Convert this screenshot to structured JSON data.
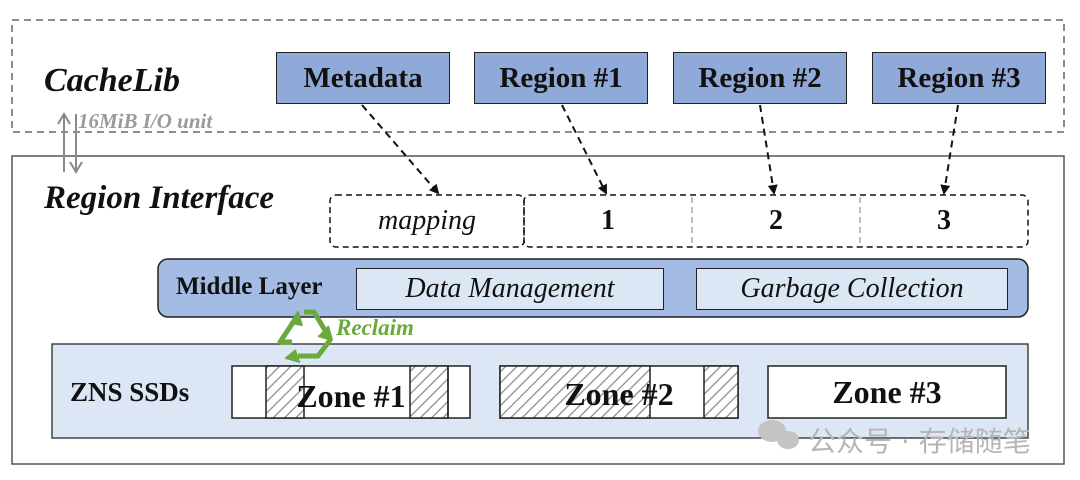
{
  "cachelib": {
    "title": "CacheLib",
    "io_unit_label": "16MiB I/O unit",
    "boxes": [
      "Metadata",
      "Region #1",
      "Region #2",
      "Region #3"
    ]
  },
  "region_interface": {
    "title": "Region Interface",
    "mapping_label": "mapping",
    "indices": [
      "1",
      "2",
      "3"
    ]
  },
  "middle_layer": {
    "label": "Middle Layer",
    "components": [
      "Data Management",
      "Garbage Collection"
    ]
  },
  "reclaim": {
    "label": "Reclaim",
    "icon": "recycle-icon",
    "color": "#6aaa3c"
  },
  "zns": {
    "label": "ZNS SSDs",
    "zones": [
      "Zone #1",
      "Zone #2",
      "Zone #3"
    ]
  },
  "watermark": {
    "text": "公众号 · 存储随笔",
    "icon": "wechat-icon"
  },
  "colors": {
    "blue_box": "#8fa9d9",
    "light_blue": "#dce7f5",
    "layer_bg": "#dde6f4",
    "reclaim_green": "#6aaa3c"
  }
}
